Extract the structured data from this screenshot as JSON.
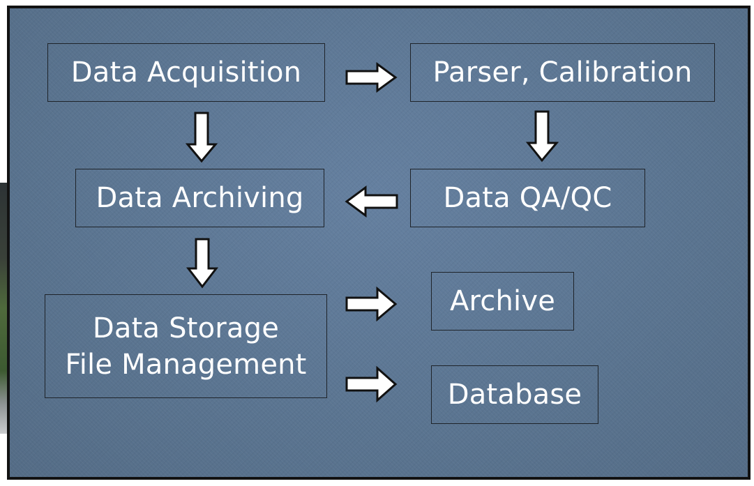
{
  "diagram": {
    "boxes": {
      "data_acquisition": "Data Acquisition",
      "parser_calibration": "Parser, Calibration",
      "data_archiving": "Data Archiving",
      "data_qaqc": "Data QA/QC",
      "data_storage": [
        "Data Storage",
        "File Management"
      ],
      "archive": "Archive",
      "database": "Database"
    },
    "colors": {
      "panel": "#5d7691",
      "panel_border": "#121212",
      "text": "#ffffff",
      "arrow_fill": "#ffffff",
      "arrow_stroke": "#111111"
    }
  }
}
